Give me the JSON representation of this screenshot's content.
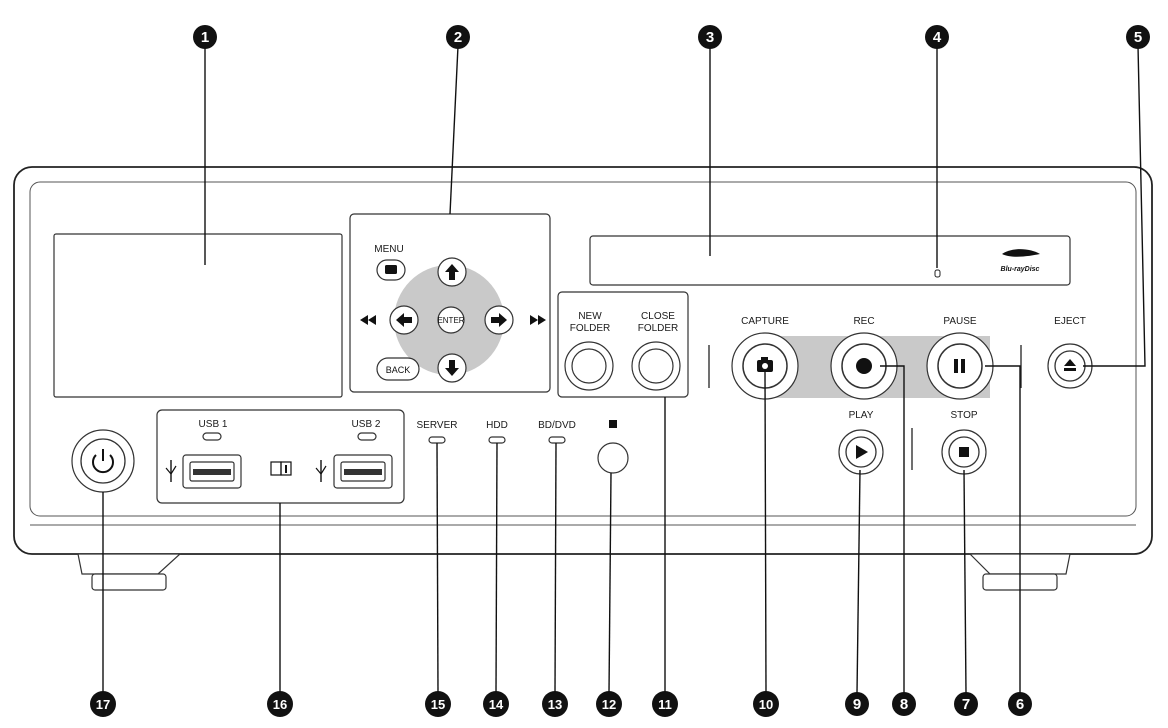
{
  "colors": {
    "outline": "#222222",
    "callout_fill": "#111111",
    "highlight_gray": "#c9c9c9",
    "panel": "#ffffff"
  },
  "callouts": [
    "1",
    "2",
    "3",
    "4",
    "5",
    "6",
    "7",
    "8",
    "9",
    "10",
    "11",
    "12",
    "13",
    "14",
    "15",
    "16",
    "17"
  ],
  "nav": {
    "menu": "MENU",
    "enter": "ENTER",
    "back": "BACK"
  },
  "folders": {
    "new_line1": "NEW",
    "new_line2": "FOLDER",
    "close_line1": "CLOSE",
    "close_line2": "FOLDER"
  },
  "transport": {
    "capture": "CAPTURE",
    "rec": "REC",
    "pause": "PAUSE",
    "eject": "EJECT",
    "play": "PLAY",
    "stop": "STOP"
  },
  "usb": {
    "usb1": "USB 1",
    "usb2": "USB 2"
  },
  "indicators": {
    "server": "SERVER",
    "hdd": "HDD",
    "bd_dvd": "BD/DVD"
  },
  "disc_logo": {
    "line1": "Blu-rayDisc"
  },
  "icons": [
    "power-icon",
    "usb-symbol-icon",
    "info-book-icon",
    "camera-icon",
    "record-dot-icon",
    "pause-icon",
    "eject-icon",
    "play-icon",
    "stop-icon",
    "arrow-up-icon",
    "arrow-down-icon",
    "arrow-left-icon",
    "arrow-right-icon",
    "rewind-icon",
    "fast-forward-icon",
    "menu-icon",
    "remote-sensor-icon"
  ]
}
